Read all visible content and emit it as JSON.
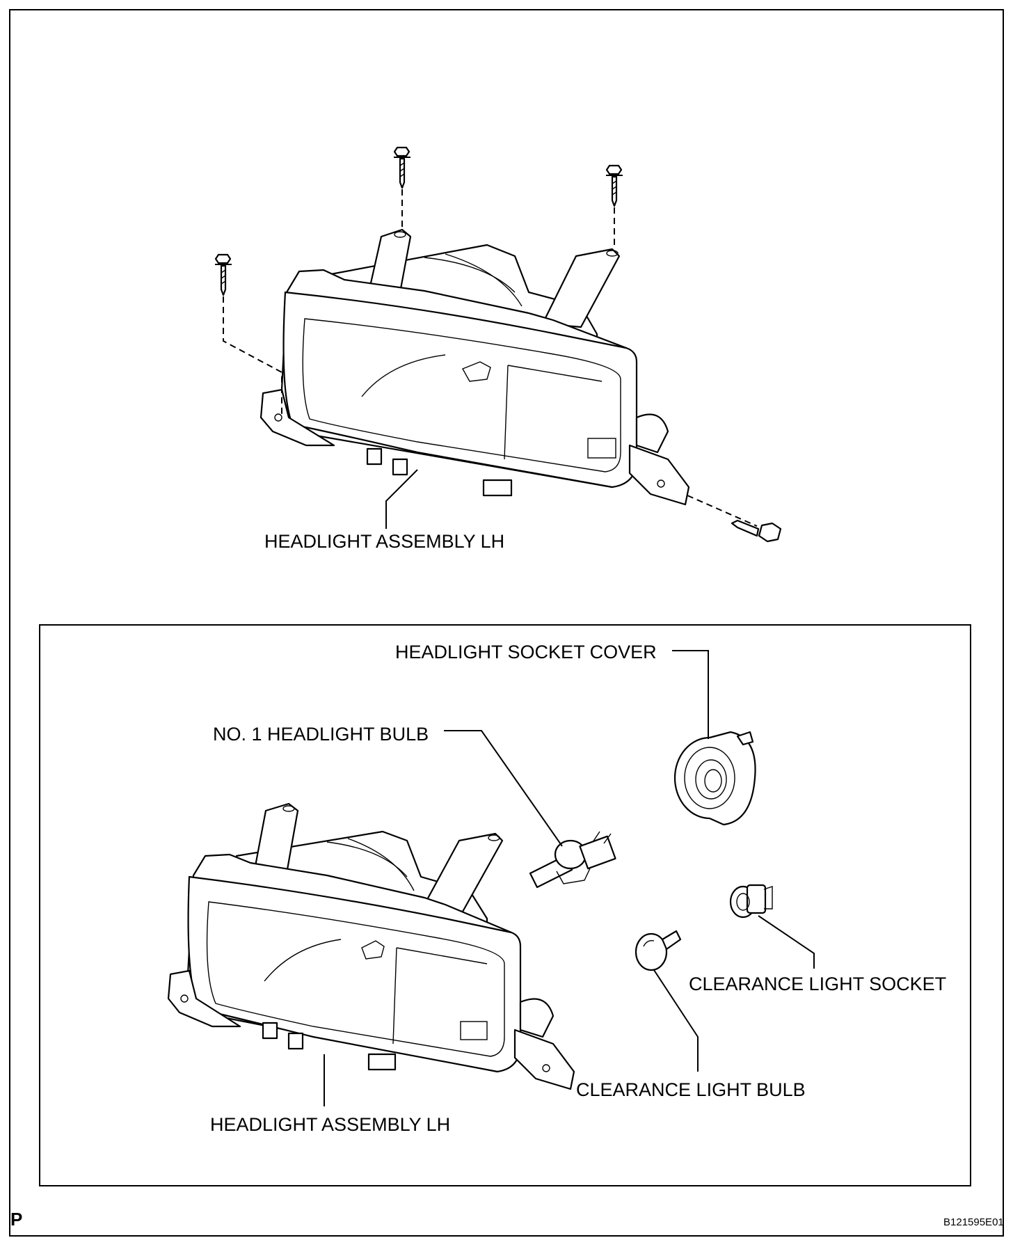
{
  "diagram": {
    "corner_letter": "P",
    "figure_code": "B121595E01",
    "upper_view": {
      "assembly_label": "HEADLIGHT ASSEMBLY LH"
    },
    "lower_view": {
      "assembly_label": "HEADLIGHT ASSEMBLY LH",
      "socket_cover_label": "HEADLIGHT SOCKET COVER",
      "headlight_bulb_label": "NO. 1 HEADLIGHT BULB",
      "clearance_socket_label": "CLEARANCE LIGHT SOCKET",
      "clearance_bulb_label": "CLEARANCE LIGHT BULB"
    }
  }
}
